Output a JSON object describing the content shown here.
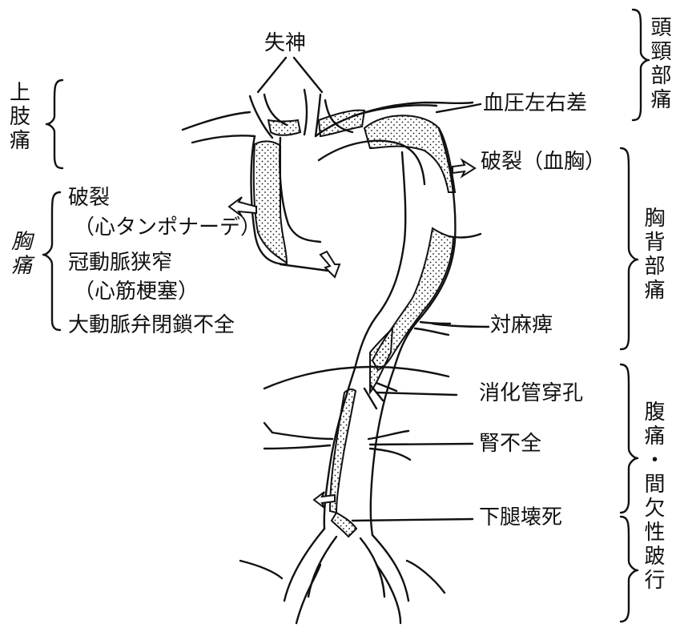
{
  "colors": {
    "ink": "#111111",
    "paper": "#ffffff"
  },
  "labels": {
    "syncope": "失神",
    "bp_difference": "血圧左右差",
    "rupture_hemothorax": "破裂（血胸）",
    "rupture": "破裂",
    "tamponade": "（心タンポナーデ）",
    "coronary_stenosis": "冠動脈狭窄",
    "infarction": "（心筋梗塞）",
    "aortic_regurgitation": "大動脈弁閉鎖不全",
    "paraplegia": "対麻痺",
    "gi_perforation": "消化管穿孔",
    "renal_failure": "腎不全",
    "leg_necrosis": "下腿壊死"
  },
  "regions": {
    "upper_limb_pain": "上肢痛",
    "chest_pain": "胸痛",
    "head_neck_pain": "頭頸部痛",
    "chest_back_pain": "胸背部痛",
    "abdominal_claudication": "腹痛・間欠性跛行"
  }
}
